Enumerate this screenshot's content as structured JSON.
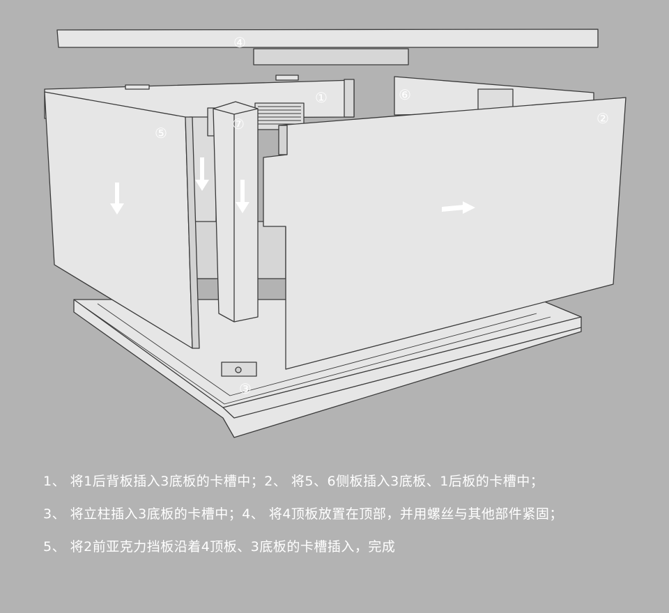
{
  "diagram": {
    "callouts": {
      "n1": "①",
      "n2": "②",
      "n3": "③",
      "n4": "④",
      "n5": "⑤",
      "n6": "⑥",
      "n7": "⑦"
    },
    "arrows": [
      "arrow-down-icon",
      "arrow-down-icon",
      "arrow-down-icon",
      "arrow-right-icon"
    ]
  },
  "instructions": {
    "line1": "1、 将1后背板插入3底板的卡槽中；2、 将5、6侧板插入3底板、1后板的卡槽中；",
    "line2": "3、 将立柱插入3底板的卡槽中；4、 将4顶板放置在顶部，并用螺丝与其他部件紧固；",
    "line3": "5、 将2前亚克力挡板沿着4顶板、3底板的卡槽插入，完成"
  },
  "colors": {
    "background": "#b3b3b3",
    "panel": "#e6e6e6",
    "outline": "#3a3a3a",
    "text": "#ffffff"
  }
}
